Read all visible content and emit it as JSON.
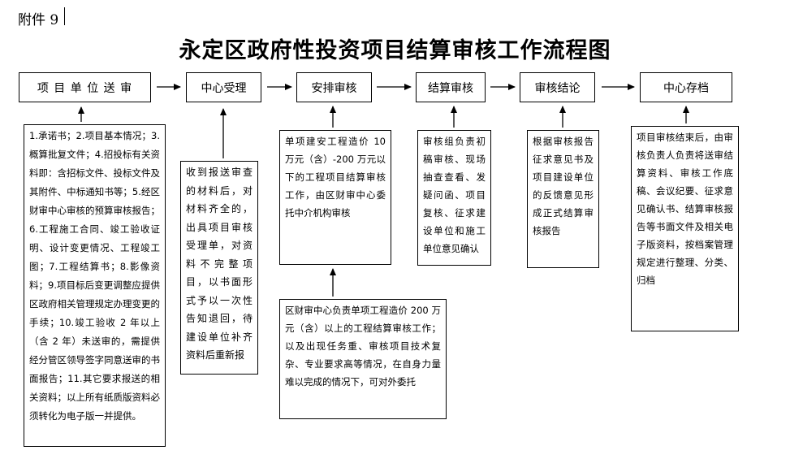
{
  "annex_label": "附件 9",
  "title": "永定区政府性投资项目结算审核工作流程图",
  "steps": [
    "项 目 单 位 送 审",
    "中心受理",
    "安排审核",
    "结算审核",
    "审核结论",
    "中心存档"
  ],
  "notes": {
    "submit": "1.承诺书；2.项目基本情况；3.概算批复文件；4.招投标有关资料即：含招标文件、投标文件及其附件、中标通知书等；5.经区财审中心审核的预算审核报告；6.工程施工合同、竣工验收证明、设计变更情况、工程竣工图；7.工程结算书；8.影像资料；9.项目标后变更调整应提供区政府相关管理规定办理变更的手续；10.竣工验收 2 年以上（含 2 年）未送审的，需提供经分管区领导签字同意送审的书面报告；11.其它要求报送的相关资料；以上所有纸质版资料必须转化为电子版一并提供。",
    "accept": "收到报送审查的材料后，对材料齐全的，出具项目审核受理单，对资料不完整项目，以书面形式予以一次性告知退回，待建设单位补齐资料后重新报",
    "arrange_upper": "单项建安工程造价 10 万元（含）-200 万元以下的工程项目结算审核工作，由区财审中心委托中介机构审核",
    "arrange_lower": "区财审中心负责单项工程造价 200 万元（含）以上的工程结算审核工作；以及出现任务重、审核项目技术复杂、专业要求高等情况，在自身力量难以完成的情况下，可对外委托",
    "audit": "审核组负责初稿审核、现场抽查查看、发疑问函、项目复核、征求建设单位和施工单位意见确认",
    "conclusion": "根据审核报告征求意见书及项目建设单位的反馈意见形成正式结算审核报告",
    "archive": "项目审核结束后，由审核负责人负责将送审结算资料、审核工作底稿、会议纪要、征求意见确认书、结算审核报告等书面文件及相关电子版资料，按档案管理规定进行整理、分类、归档"
  }
}
